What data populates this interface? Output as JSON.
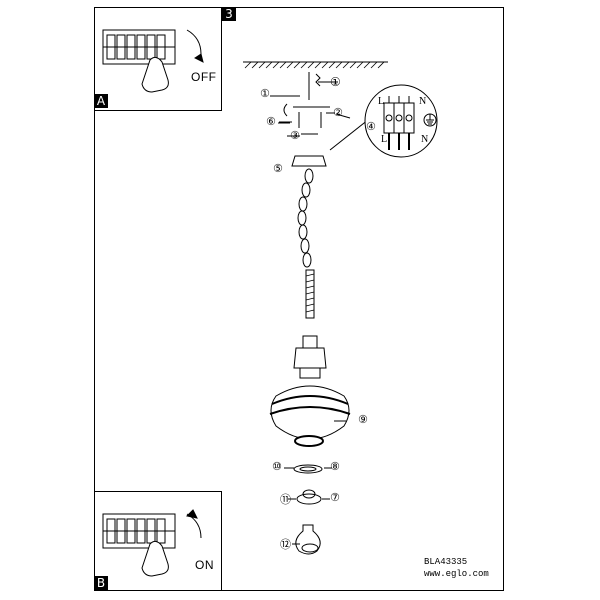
{
  "page_number": "3",
  "panel_a": {
    "label": "A",
    "switch_state": "OFF"
  },
  "panel_b": {
    "label": "B",
    "switch_state": "ON"
  },
  "step_numbers": [
    "①",
    "②",
    "③",
    "④",
    "⑤",
    "⑥",
    "⑦",
    "⑧",
    "⑨",
    "⑩",
    "⑪",
    "⑫"
  ],
  "terminal": {
    "left_top": "L",
    "right_top": "N",
    "left_bottom": "L",
    "right_bottom": "N"
  },
  "product_code": "BLA43335",
  "website": "www.eglo.com"
}
